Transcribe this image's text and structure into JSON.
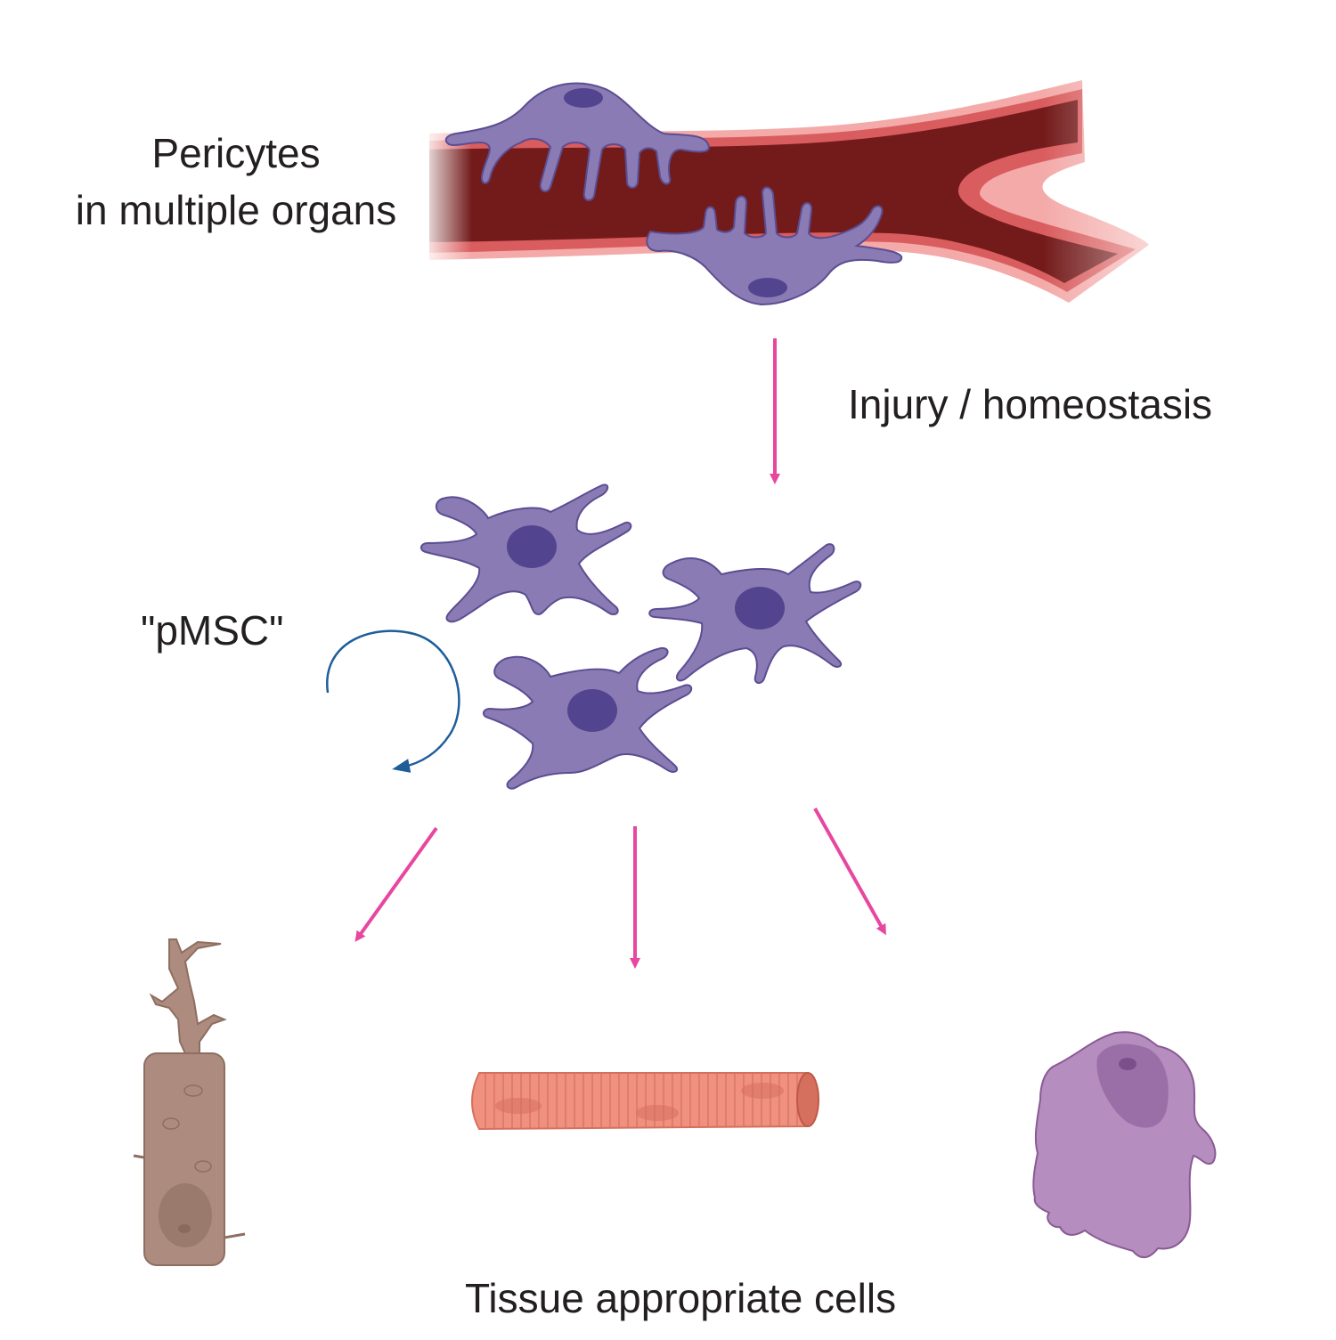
{
  "labels": {
    "pericytes_line1": "Pericytes",
    "pericytes_line2": "in multiple organs",
    "transition": "Injury / homeostasis",
    "progenitor": "\"pMSC\"",
    "outcome": "Tissue appropriate cells"
  },
  "colors": {
    "vessel_lumen": "#731a1a",
    "vessel_wall": "#d95c5e",
    "vessel_edge": "#f3aaa8",
    "cell_fill": "#8a7bb5",
    "cell_stroke": "#5b4d91",
    "nucleus": "#52448e",
    "flow_arrow": "#e8479f",
    "self_renewal_arrow": "#1f5d9a",
    "neuron_like_cell": "#ad8b7e",
    "muscle_fiber": "#f0907f",
    "round_cell": "#b58ebf"
  },
  "icons": [
    "blood-vessel-icon",
    "pericyte-icon",
    "msc-cell-icon",
    "self-renewal-arrow-icon",
    "osteocyte-like-cell-icon",
    "muscle-fiber-icon",
    "round-cell-icon"
  ]
}
